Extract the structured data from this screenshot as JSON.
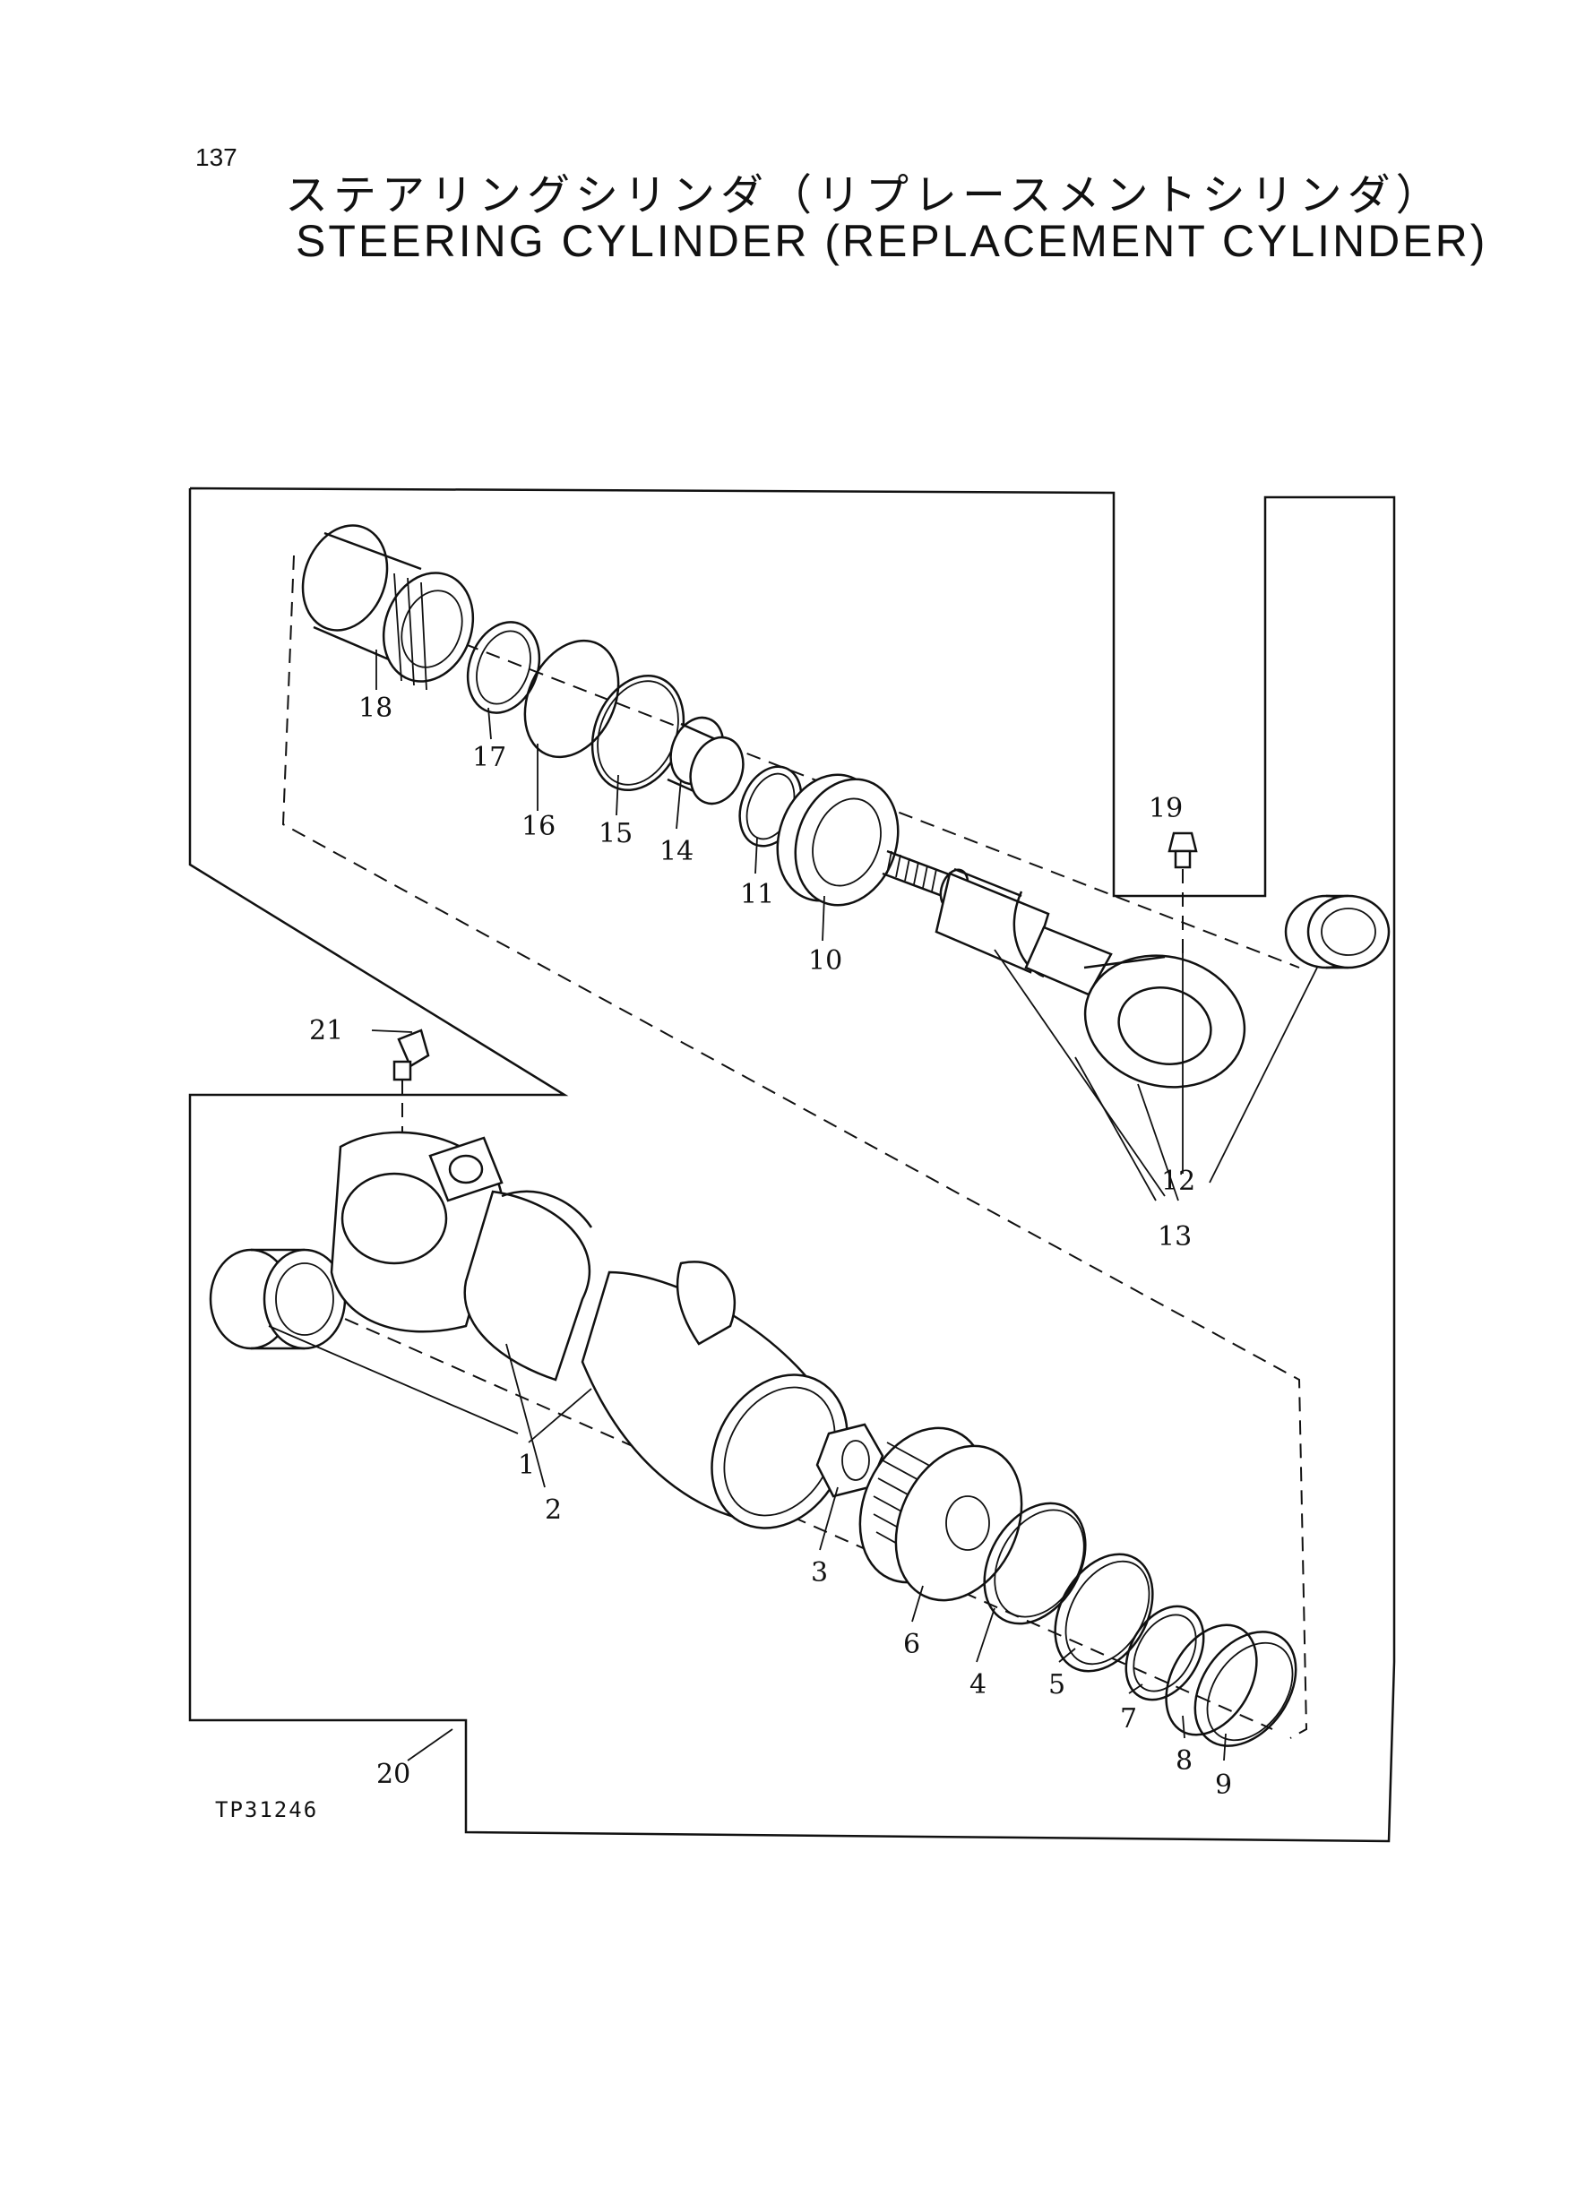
{
  "header": {
    "page_number": "137",
    "title_jp": "ステアリングシリンダ（リプレースメントシリンダ）",
    "title_en": "STEERING CYLINDER (REPLACEMENT CYLINDER)"
  },
  "diagram": {
    "drawing_code": "TP31246",
    "part_labels": [
      "1",
      "2",
      "3",
      "4",
      "5",
      "6",
      "7",
      "8",
      "9",
      "10",
      "11",
      "12",
      "13",
      "14",
      "15",
      "16",
      "17",
      "18",
      "19",
      "20",
      "21"
    ]
  }
}
